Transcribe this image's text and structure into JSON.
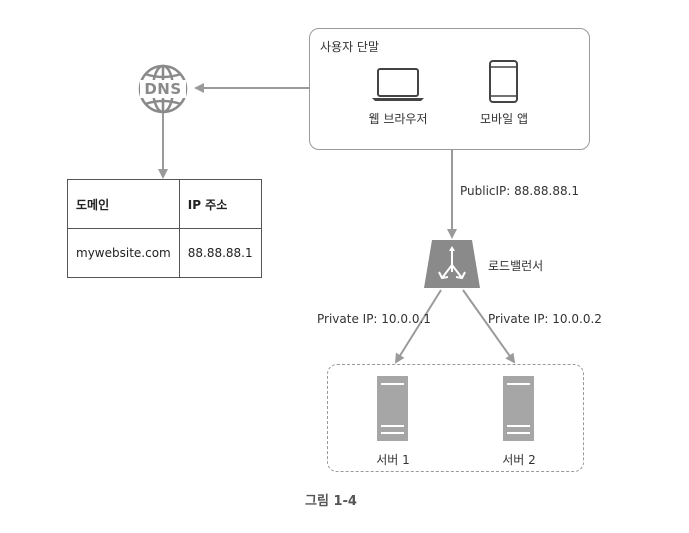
{
  "client": {
    "title": "사용자 단말",
    "devices": [
      {
        "label": "웹 브라우저",
        "icon": "laptop-icon"
      },
      {
        "label": "모바일 앱",
        "icon": "phone-icon"
      }
    ]
  },
  "dns": {
    "icon_text": "DNS",
    "table": {
      "headers": [
        "도메인",
        "IP 주소"
      ],
      "rows": [
        [
          "mywebsite.com",
          "88.88.88.1"
        ]
      ]
    }
  },
  "public_ip_label": "PublicIP: 88.88.88.1",
  "load_balancer": {
    "label": "로드밸런서",
    "icon": "load-balancer-icon"
  },
  "private_ips": [
    "Private IP: 10.0.0.1",
    "Private IP: 10.0.0.2"
  ],
  "servers": [
    {
      "label": "서버 1",
      "icon": "server-icon"
    },
    {
      "label": "서버 2",
      "icon": "server-icon"
    }
  ],
  "caption": "그림 1-4",
  "colors": {
    "line": "#9a9a9a",
    "icon": "#8a8a8a",
    "icon_dark": "#444444"
  }
}
